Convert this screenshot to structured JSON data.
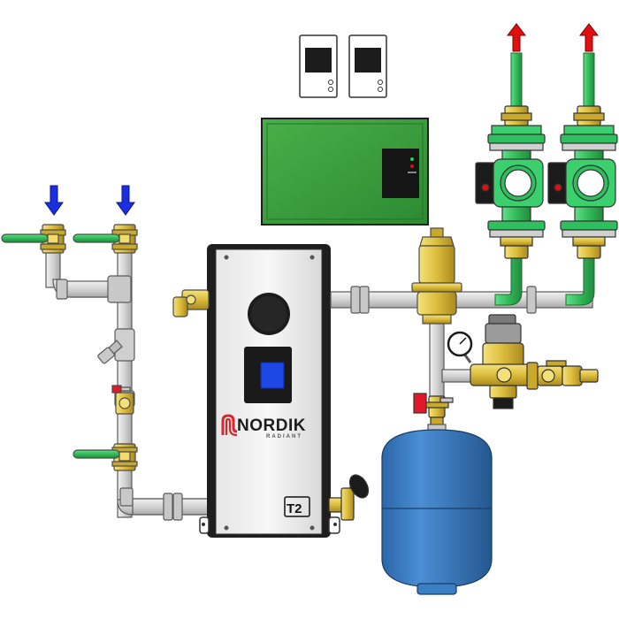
{
  "brand": {
    "name": "NORDIK",
    "subname": "RADIANT",
    "badge": "T2"
  },
  "colors": {
    "pipe": "#d4d4d4",
    "pipe_stroke": "#5a5a5a",
    "brass": "#e2c64a",
    "valve_handle": "#2f9d3c",
    "pump_body": "#3ccf6e",
    "control_box": "#3c9d3c",
    "expansion_tank": "#3a7ec4",
    "supply_arrow": "#e01010",
    "return_arrow": "#1b2fe0",
    "display_screen": "#1e48e6",
    "drain_handle": "#e0182a"
  },
  "icons": {
    "supply": "red-up-arrow-icon",
    "return": "blue-down-arrow-icon",
    "gauge": "pressure-gauge-icon",
    "speaker": "speaker-grille-icon",
    "logo": "nordik-logo-icon"
  }
}
